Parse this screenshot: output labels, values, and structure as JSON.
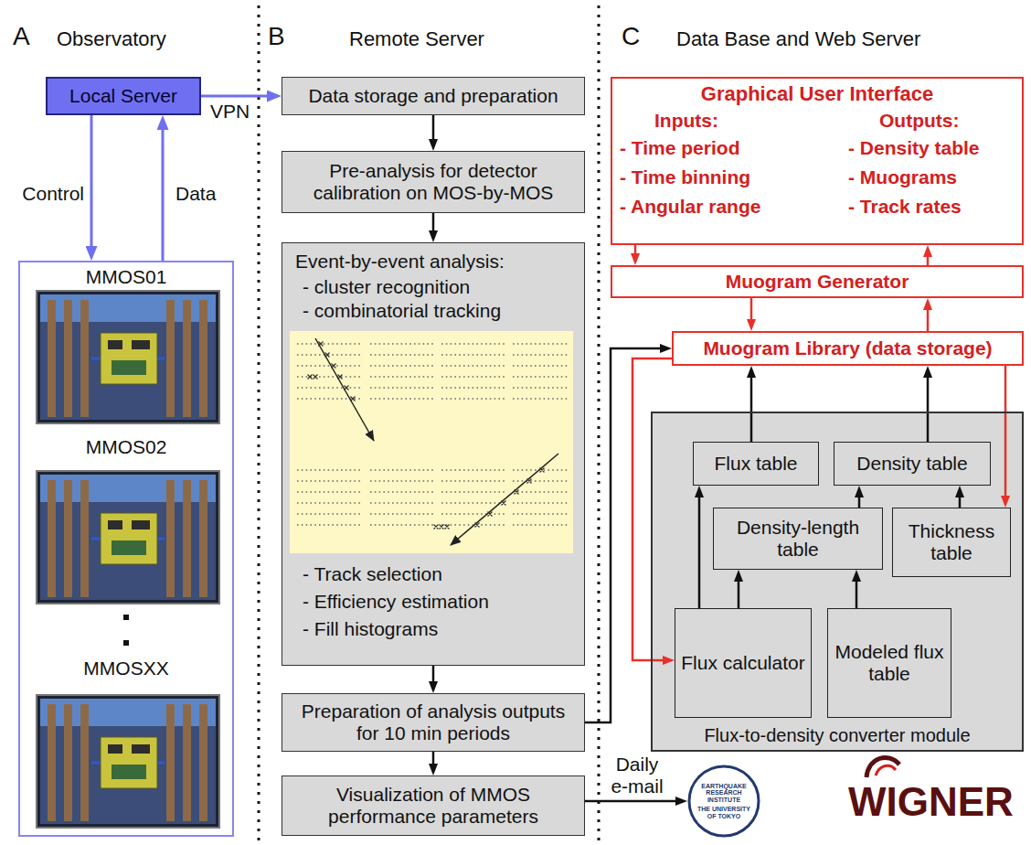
{
  "diagram": {
    "nodes": [
      {
        "text": [
          "Local Server"
        ]
      },
      {
        "text": [
          "MMOS01",
          "MMOS02",
          "MMOSXX"
        ]
      },
      {
        "text": [
          "Data storage and preparation"
        ]
      },
      {
        "text": [
          "Pre-analysis for detector calibration on MOS-by-MOS"
        ]
      },
      {
        "text": [
          "Event-by-event analysis:",
          "- cluster recognition",
          "- combinatorial tracking",
          "- Track selection",
          "- Efficiency estimation",
          "- Fill histograms"
        ]
      },
      {
        "text": [
          "Preparation of analysis outputs for 10 min periods"
        ]
      },
      {
        "text": [
          "Visualization of MMOS performance parameters"
        ]
      },
      {
        "text": [
          "Graphical User Interface",
          "Inputs:",
          "- Time period",
          "- Time binning",
          "- Angular range",
          "Outputs:",
          "- Density table",
          "- Muograms",
          "- Track rates"
        ]
      },
      {
        "text": [
          "Muogram Generator"
        ]
      },
      {
        "text": [
          "Muogram Library (data storage)"
        ]
      },
      {
        "text": [
          "Flux-to-density converter module"
        ]
      },
      {
        "text": [
          "Flux table"
        ],
        "in": 10
      },
      {
        "text": [
          "Density table"
        ],
        "in": 10
      },
      {
        "text": [
          "Density-length table"
        ],
        "in": 10
      },
      {
        "text": [
          "Thickness table"
        ],
        "in": 10
      },
      {
        "text": [
          "Flux calculator"
        ],
        "in": 10
      },
      {
        "text": [
          "Modeled flux table"
        ],
        "in": 10
      },
      {
        "text": [
          "EARTHQUAKE RESEARCH INSTITUTE",
          "THE UNIVERSITY OF TOKYO"
        ]
      }
    ],
    "edges": [
      {
        "from": 0,
        "to": 2,
        "arrow": "to",
        "label": "VPN"
      },
      {
        "from": 0,
        "to": 1,
        "arrow": "to",
        "label": "Control"
      },
      {
        "from": 1,
        "to": 0,
        "arrow": "to",
        "label": "Data"
      },
      {
        "from": 2,
        "to": 3,
        "arrow": "to"
      },
      {
        "from": 3,
        "to": 4,
        "arrow": "to"
      },
      {
        "from": 4,
        "to": 5,
        "arrow": "to"
      },
      {
        "from": 5,
        "to": 6,
        "arrow": "to"
      },
      {
        "from": 5,
        "to": 9,
        "arrow": "to"
      },
      {
        "from": 6,
        "to": 17,
        "arrow": "to",
        "label": "Daily e-mail"
      },
      {
        "from": 7,
        "to": 8,
        "arrow": "to"
      },
      {
        "from": 8,
        "to": 7,
        "arrow": "to"
      },
      {
        "from": 8,
        "to": 9,
        "arrow": "to"
      },
      {
        "from": 9,
        "to": 8,
        "arrow": "to"
      },
      {
        "from": 9,
        "to": 15,
        "arrow": "to"
      },
      {
        "from": 9,
        "to": 14,
        "arrow": "to"
      },
      {
        "from": 11,
        "to": 9,
        "arrow": "to"
      },
      {
        "from": 12,
        "to": 9,
        "arrow": "to"
      },
      {
        "from": 13,
        "to": 12,
        "arrow": "to"
      },
      {
        "from": 14,
        "to": 12,
        "arrow": "to"
      },
      {
        "from": 15,
        "to": 11,
        "arrow": "to"
      },
      {
        "from": 15,
        "to": 13,
        "arrow": "to"
      },
      {
        "from": 16,
        "to": 13,
        "arrow": "to"
      }
    ],
    "labels": [
      "A",
      "Observatory",
      "B",
      "Remote Server",
      "C",
      "Data Base and Web Server",
      "WIGNER"
    ]
  }
}
